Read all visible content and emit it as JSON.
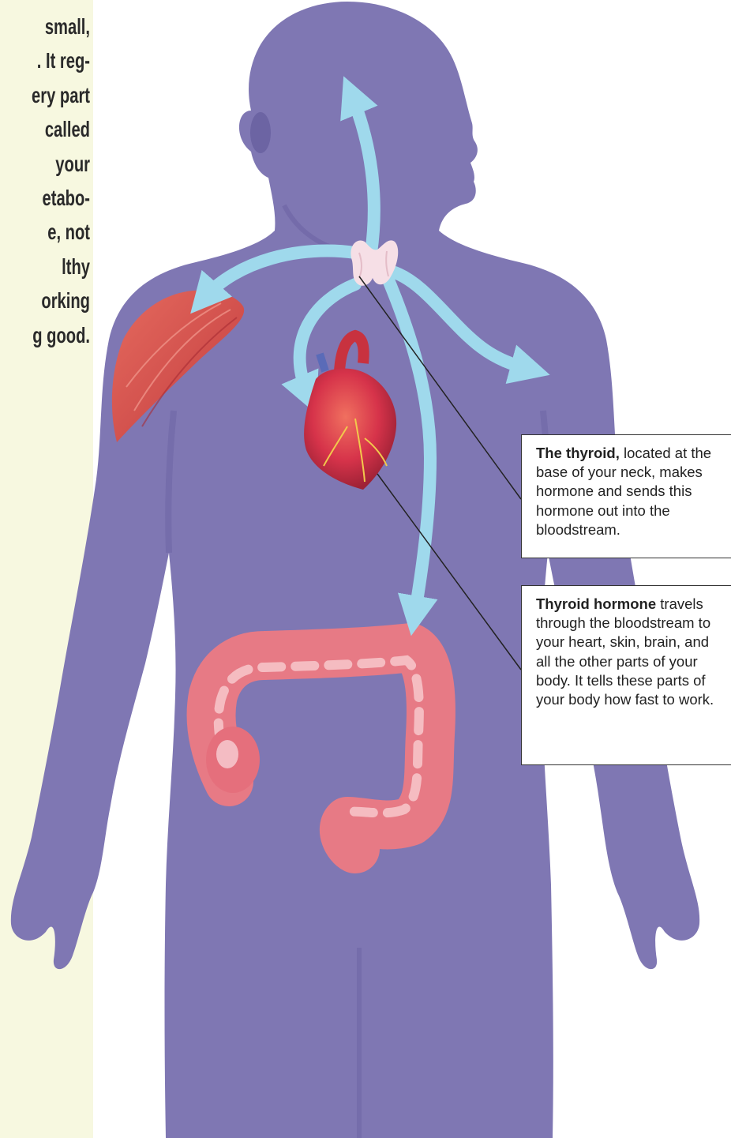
{
  "sidebar": {
    "lines": [
      "small,",
      ". It reg-",
      "ery part",
      "called",
      "your",
      "etabo-",
      "e, not",
      "lthy",
      "orking",
      "g good."
    ]
  },
  "callouts": {
    "thyroid": {
      "title": "The thyroid,",
      "body": " located at the base of your neck, makes hormone and sends this hormone out into the bloodstream."
    },
    "hormone": {
      "title": "Thyroid hormone",
      "body": " travels through the bloodstream to your heart, skin, brain, and all the other parts of your body. It tells these parts of your body how fast to work."
    }
  },
  "colors": {
    "body": "#7f77b3",
    "body_shadow": "#6c64a3",
    "arrow": "#9fd9ec",
    "muscle": "#d9534b",
    "heart": "#d6334a",
    "intestine": "#e77a85",
    "thyroid": "#f6dfe6",
    "sidebar_bg": "#f7f8e0"
  },
  "icons": {
    "figure": "human-body-silhouette",
    "organs": [
      "thyroid-gland",
      "heart",
      "shoulder-muscle",
      "large-intestine"
    ]
  }
}
